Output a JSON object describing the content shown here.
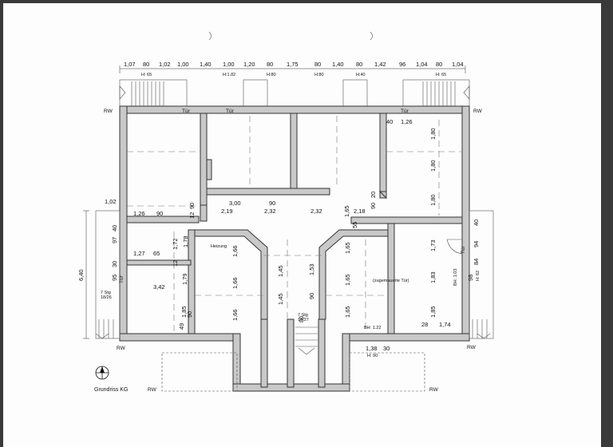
{
  "plan": {
    "title": "Grundriss KG",
    "top_dims": [
      "1,07",
      "80",
      "1,02",
      "1,00",
      "1,40",
      "1,00",
      "1,20",
      "80",
      "1,75",
      "80",
      "1,40",
      "80",
      "1,42",
      "96",
      "1,04",
      "80",
      "1,04"
    ],
    "top_heights": [
      "H: 65",
      "H:1.82",
      "H:80",
      "H:80",
      "H:40",
      "H: 65"
    ],
    "rw_labels": [
      "RW",
      "RW",
      "RW",
      "RW",
      "RW",
      "RW"
    ],
    "tuer_labels": [
      "Tür",
      "Tür",
      "Tür",
      "Tür",
      "Tür"
    ],
    "room_labels": {
      "heizung": "Heizung",
      "zugemauerte_tuer": "(zugemauerte Tür)",
      "bh_122": "BH: 1.22",
      "bh_103": "BH: 1.03",
      "h62": "H: 62",
      "h90": "H: 90"
    },
    "stairs": {
      "left": [
        "7 Stg",
        "18/26"
      ],
      "center": [
        "7 Stg",
        "17/27"
      ]
    },
    "dims": {
      "d102": "1,02",
      "d126a": "1,26",
      "d90a": "90",
      "d97": "97",
      "d40a": "40",
      "d127": "1,27",
      "d65": "65",
      "d172": "1,72",
      "d178": "1,78",
      "d95": "95",
      "d30a": "30",
      "d342": "3,42",
      "d179": "1,79",
      "d12a": "12",
      "d185a": "1,85",
      "d49": "49",
      "d90b": "90",
      "d640": "6,40",
      "d12b": "12",
      "d90c": "90",
      "d300": "3,00",
      "d90d": "90",
      "d219": "2,19",
      "d232a": "2,32",
      "d232b": "2,32",
      "d165a": "1,65",
      "d218": "2,18",
      "d55": "55",
      "d90e": "90",
      "d20": "20",
      "d40b": "40",
      "d126b": "1,26",
      "d180a": "1,80",
      "d180b": "1,80",
      "d180c": "1,80",
      "d166a": "1,66",
      "d166b": "1,66",
      "d166c": "1,66",
      "d145a": "1,45",
      "d145b": "1,45",
      "d153": "1,53",
      "d90f": "90",
      "d165b": "1,65",
      "d165c": "1,65",
      "d165d": "1,65",
      "d80": "80",
      "d173": "1,73",
      "d183": "1,83",
      "d185b": "1,85",
      "d28": "28",
      "d174": "1,74",
      "d40c": "40",
      "d94": "94",
      "d84": "84",
      "d98": "98",
      "d138": "1,38",
      "d30b": "30"
    }
  }
}
